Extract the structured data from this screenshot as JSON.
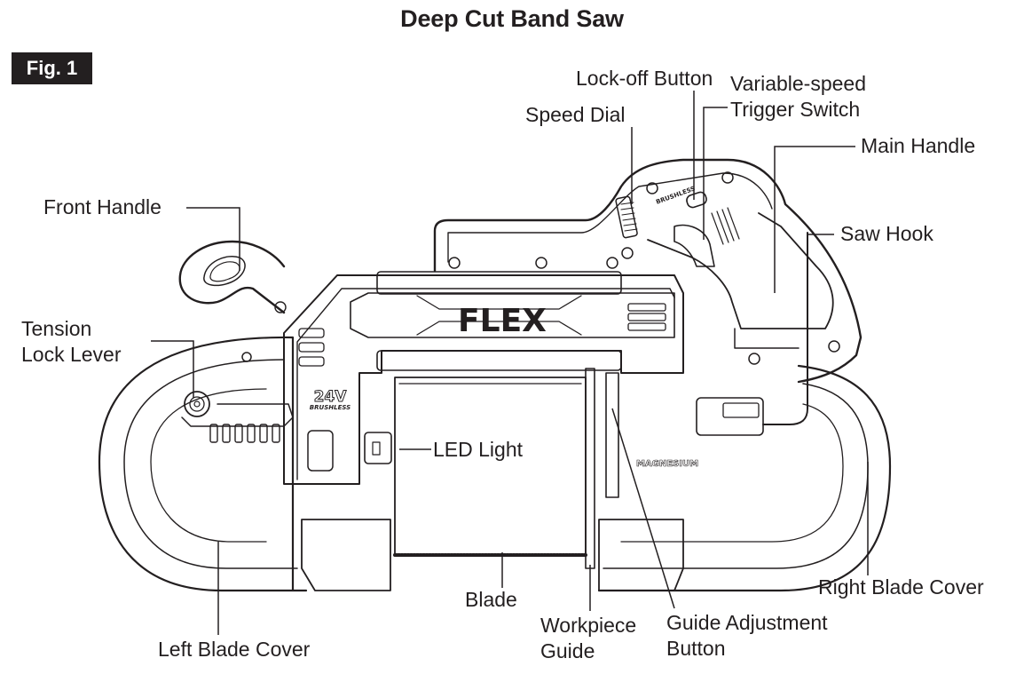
{
  "title": "Deep Cut Band Saw",
  "figure_label": "Fig. 1",
  "product": {
    "brand": "FLEX",
    "voltage_badge": "24V",
    "motor_badge": "BRUSHLESS",
    "handle_badge": "BRUSHLESS",
    "material_badge": "MAGNESIUM"
  },
  "callouts": {
    "front_handle": "Front Handle",
    "tension_lock_lever_line1": "Tension",
    "tension_lock_lever_line2": "Lock Lever",
    "speed_dial": "Speed Dial",
    "lock_off_button": "Lock-off Button",
    "variable_speed_line1": "Variable-speed",
    "variable_speed_line2": "Trigger Switch",
    "main_handle": "Main Handle",
    "saw_hook": "Saw Hook",
    "led_light": "LED Light",
    "blade": "Blade",
    "workpiece_guide_line1": "Workpiece",
    "workpiece_guide_line2": "Guide",
    "guide_adjustment_line1": "Guide Adjustment",
    "guide_adjustment_line2": "Button",
    "right_blade_cover": "Right Blade Cover",
    "left_blade_cover": "Left Blade Cover"
  }
}
